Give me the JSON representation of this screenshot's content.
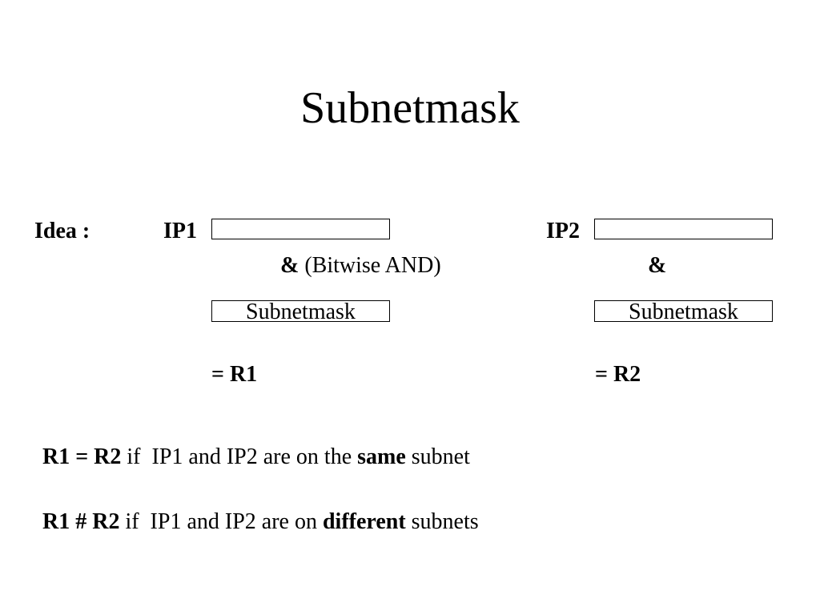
{
  "slide": {
    "title": "Subnetmask",
    "idea_label": "Idea :",
    "left": {
      "ip_label": "IP1",
      "operator": "&",
      "operator_note": "(Bitwise AND)",
      "mask_label": "Subnetmask",
      "result": "= R1"
    },
    "right": {
      "ip_label": "IP2",
      "operator": "&",
      "mask_label": "Subnetmask",
      "result": "= R2"
    },
    "rule_same": {
      "condition": "R1 = R2",
      "text_before": " if  IP1 and IP2 are on the ",
      "emphasis": "same",
      "text_after": " subnet"
    },
    "rule_different": {
      "condition": "R1 # R2",
      "text_before": " if  IP1 and IP2 are on ",
      "emphasis": "different",
      "text_after": " subnets"
    }
  }
}
